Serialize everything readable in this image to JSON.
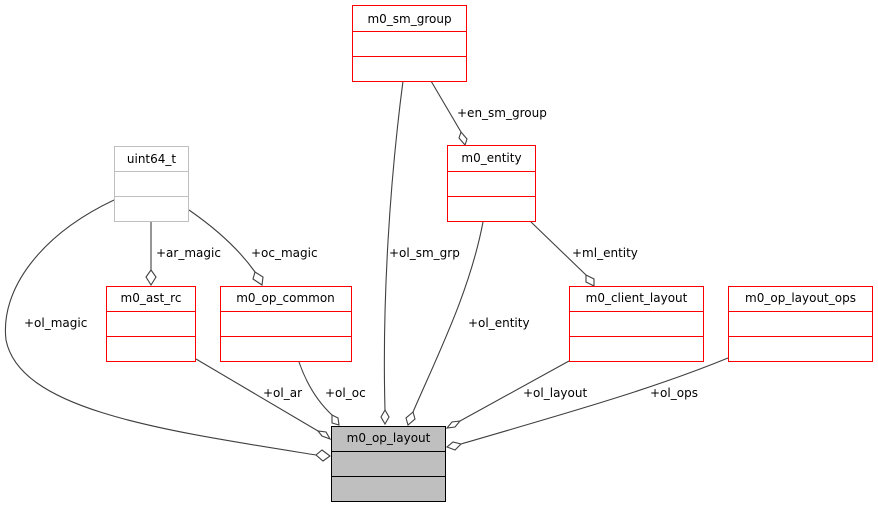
{
  "diagram": {
    "type": "collaboration-diagram",
    "colors": {
      "node_border_red": "#ff0000",
      "node_border_gray": "#bfbfbf",
      "focus_fill": "#bfbfbf",
      "focus_border": "#000000",
      "edge": "#404040"
    },
    "nodes": {
      "m0_sm_group": {
        "label": "m0_sm_group",
        "style": "red"
      },
      "uint64_t": {
        "label": "uint64_t",
        "style": "gray"
      },
      "m0_entity": {
        "label": "m0_entity",
        "style": "red"
      },
      "m0_ast_rc": {
        "label": "m0_ast_rc",
        "style": "red"
      },
      "m0_op_common": {
        "label": "m0_op_common",
        "style": "red"
      },
      "m0_client_layout": {
        "label": "m0_client_layout",
        "style": "red"
      },
      "m0_op_layout_ops": {
        "label": "m0_op_layout_ops",
        "style": "red"
      },
      "m0_op_layout": {
        "label": "m0_op_layout",
        "style": "focus"
      }
    },
    "edges": [
      {
        "from": "m0_sm_group",
        "to": "m0_entity",
        "label": "+en_sm_group"
      },
      {
        "from": "uint64_t",
        "to": "m0_ast_rc",
        "label": "+ar_magic"
      },
      {
        "from": "uint64_t",
        "to": "m0_op_common",
        "label": "+oc_magic"
      },
      {
        "from": "m0_entity",
        "to": "m0_client_layout",
        "label": "+ml_entity"
      },
      {
        "from": "uint64_t",
        "to": "m0_op_layout",
        "label": "+ol_magic"
      },
      {
        "from": "m0_sm_group",
        "to": "m0_op_layout",
        "label": "+ol_sm_grp"
      },
      {
        "from": "m0_entity",
        "to": "m0_op_layout",
        "label": "+ol_entity"
      },
      {
        "from": "m0_ast_rc",
        "to": "m0_op_layout",
        "label": "+ol_ar"
      },
      {
        "from": "m0_op_common",
        "to": "m0_op_layout",
        "label": "+ol_oc"
      },
      {
        "from": "m0_client_layout",
        "to": "m0_op_layout",
        "label": "+ol_layout"
      },
      {
        "from": "m0_op_layout_ops",
        "to": "m0_op_layout",
        "label": "+ol_ops"
      }
    ]
  }
}
